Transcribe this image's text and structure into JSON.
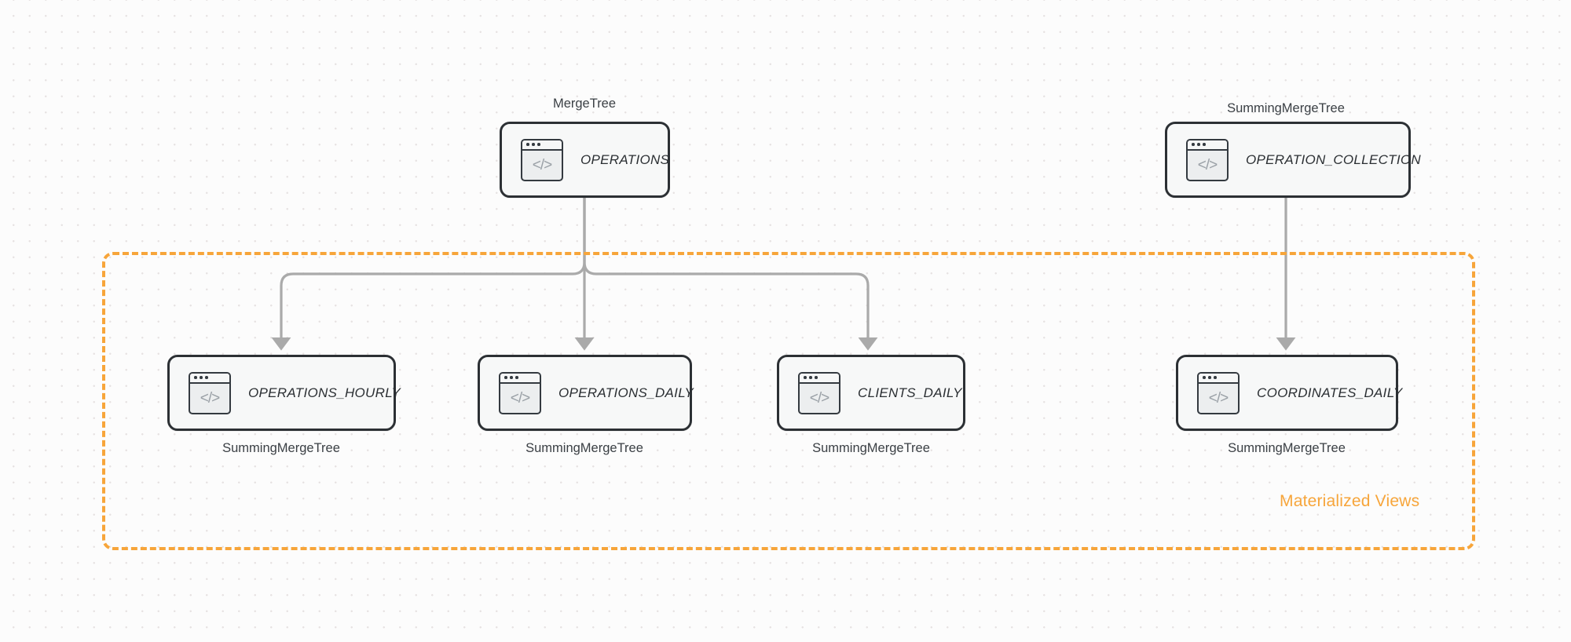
{
  "diagram": {
    "title": "ClickHouse table and materialized view topology",
    "background": {
      "color": "#fcfcfc",
      "dot_color": "#e6e2e2"
    },
    "group": {
      "label": "Materialized Views",
      "color": "#f7a53a",
      "style": "dashed"
    },
    "edge_color": "#aaaaaa",
    "node_border_color": "#2c3034",
    "node_fill_color": "#f7f8f8",
    "icon": {
      "name": "code-window-icon",
      "glyph": "</>"
    },
    "nodes": [
      {
        "id": "operations",
        "label": "OPERATIONS",
        "engine": "MergeTree",
        "engine_position": "above"
      },
      {
        "id": "operation_collection",
        "label": "OPERATION_COLLECTION",
        "engine": "SummingMergeTree",
        "engine_position": "above"
      },
      {
        "id": "operations_hourly",
        "label": "OPERATIONS_HOURLY",
        "engine": "SummingMergeTree",
        "engine_position": "below"
      },
      {
        "id": "operations_daily",
        "label": "OPERATIONS_DAILY",
        "engine": "SummingMergeTree",
        "engine_position": "below"
      },
      {
        "id": "clients_daily",
        "label": "CLIENTS_DAILY",
        "engine": "SummingMergeTree",
        "engine_position": "below"
      },
      {
        "id": "coordinates_daily",
        "label": "COORDINATES_DAILY",
        "engine": "SummingMergeTree",
        "engine_position": "below"
      }
    ],
    "edges": [
      {
        "from": "operations",
        "to": "operations_hourly"
      },
      {
        "from": "operations",
        "to": "operations_daily"
      },
      {
        "from": "operations",
        "to": "clients_daily"
      },
      {
        "from": "operation_collection",
        "to": "coordinates_daily"
      }
    ]
  }
}
